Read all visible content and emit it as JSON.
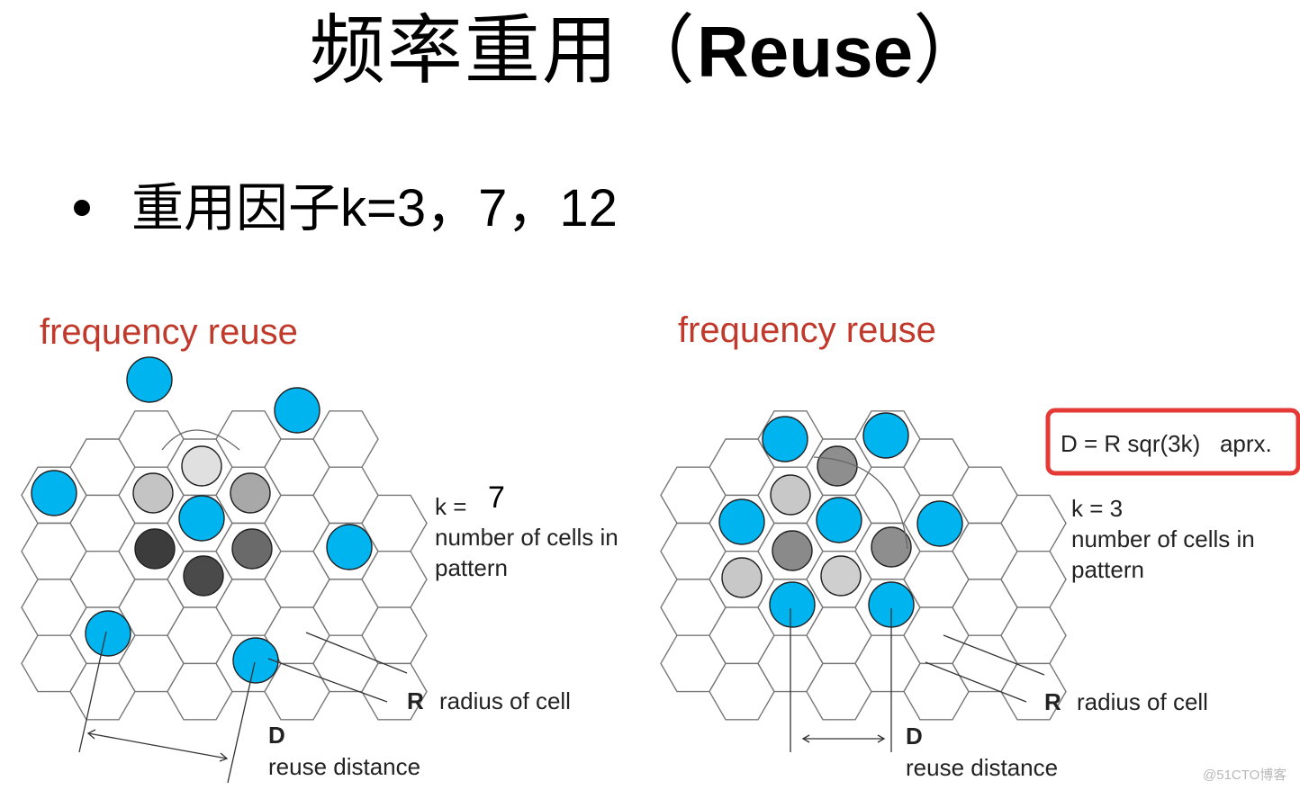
{
  "slide": {
    "title_cn": "频率重用（",
    "title_latin": "Reuse",
    "title_close": "）",
    "bullet_text": "重用因子",
    "bullet_values": "k=3，7，12"
  },
  "left_diagram": {
    "title": "frequency reuse",
    "k_label": "k =",
    "k_value": "7",
    "desc_line1": "number of cells in",
    "desc_line2": "pattern",
    "r_symbol": "R",
    "r_text": "radius of cell",
    "d_symbol": "D",
    "d_text": "reuse distance"
  },
  "right_diagram": {
    "title": "frequency reuse",
    "formula": "D = R sqr(3k)   aprx.",
    "k_text": "k = 3",
    "desc_line1": "number of cells in",
    "desc_line2": "pattern",
    "r_symbol": "R",
    "r_text": "radius of cell",
    "d_symbol": "D",
    "d_text": "reuse distance"
  },
  "colors": {
    "title_red": "#c0392b",
    "reuse_blue": "#00b4f0",
    "highlight_box": "#e53935",
    "hex_stroke": "#777777"
  },
  "watermark": "@51CTO博客"
}
